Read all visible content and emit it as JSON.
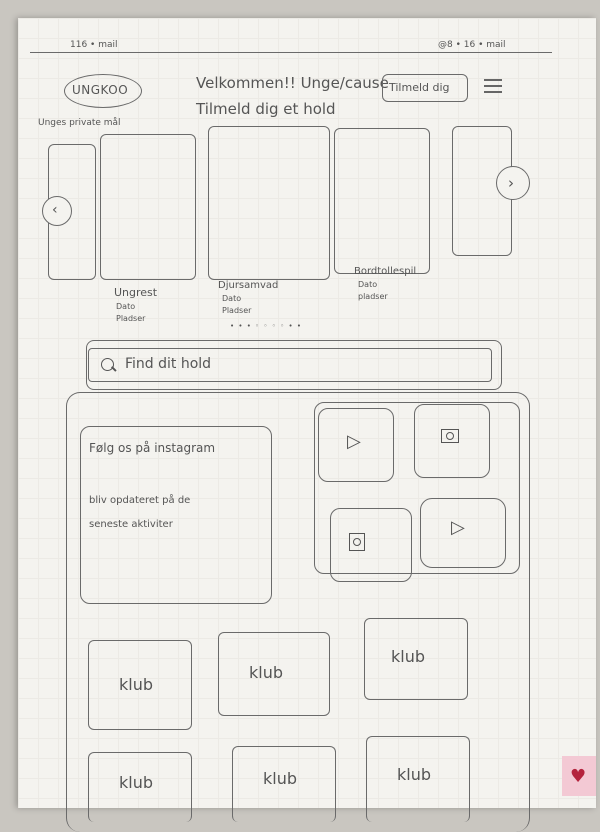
{
  "topbar": {
    "left_text": "116 • mail",
    "right_text": "@8 • 16 • mail"
  },
  "header": {
    "logo_text": "UNGKOO",
    "tagline": "Unges private mål",
    "welcome_line1": "Velkommen!! Unge/cause",
    "welcome_line2": "Tilmeld dig et hold",
    "signup_button": "Tilmeld dig",
    "menu_icon": "hamburger-icon"
  },
  "carousel": {
    "prev_icon": "chevron-left-icon",
    "next_icon": "chevron-right-icon",
    "events": [
      {
        "title": "Ungrest",
        "date": "Dato",
        "place": "Pladser"
      },
      {
        "title": "Djursamvad",
        "date": "Dato",
        "place": "Pladser"
      },
      {
        "title": "Bordtollespil",
        "date": "Dato",
        "place": "pladser"
      }
    ],
    "pagination_dots": "• • • ◦ ◦ ◦ ◦ • •"
  },
  "search": {
    "icon": "search-icon",
    "placeholder": "Find dit hold"
  },
  "instagram": {
    "title": "Følg os på instagram",
    "text_line1": "bliv opdateret på de",
    "text_line2": "seneste aktiviter"
  },
  "media_tiles": [
    "play-icon",
    "image-icon",
    "image-icon",
    "play-icon"
  ],
  "clubs": [
    "klub",
    "klub",
    "klub",
    "klub",
    "klub",
    "klub"
  ]
}
